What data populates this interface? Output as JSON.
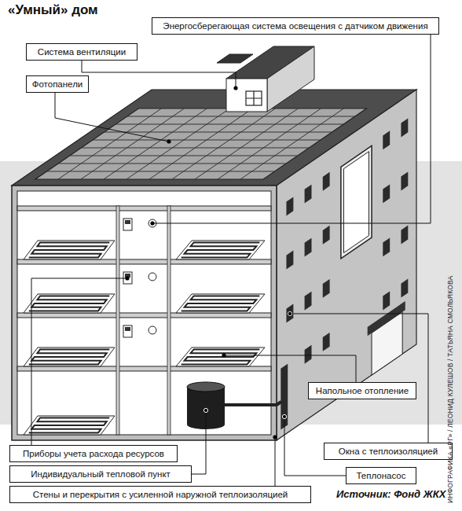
{
  "diagram": {
    "title": "«Умный» дом",
    "nodes": [
      {
        "text": [
          "Энергосберегающая система освещения с датчиком движения"
        ]
      },
      {
        "text": [
          "Система вентиляции"
        ]
      },
      {
        "text": [
          "Фотопанели"
        ]
      },
      {
        "text": [
          "Напольное отопление"
        ]
      },
      {
        "text": [
          "Окна с теплоизоляцией"
        ]
      },
      {
        "text": [
          "Приборы учета расхода ресурсов"
        ]
      },
      {
        "text": [
          "Индивидуальный тепловой пункт"
        ]
      },
      {
        "text": [
          "Теплонасос"
        ]
      },
      {
        "text": [
          "Стены и перекрытия с усиленной наружной теплоизоляцией"
        ]
      }
    ],
    "labels": [
      "Источник: Фонд ЖКХ",
      "ИНФОГРАФИКА «РГ» / ЛЕОНИД КУЛЕШОВ / ТАТЬЯНА СМОЛЬЯКОВА"
    ]
  }
}
